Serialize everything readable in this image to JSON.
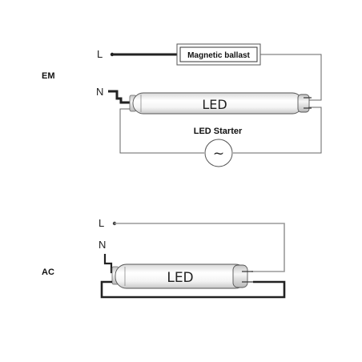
{
  "em": {
    "section_label": "EM",
    "live_label": "L",
    "neutral_label": "N",
    "ballast_label": "Magnetic ballast",
    "tube_label": "LED",
    "starter_label": "LED Starter",
    "starter_symbol": "~"
  },
  "ac": {
    "section_label": "AC",
    "live_label": "L",
    "neutral_label": "N",
    "tube_label": "LED"
  },
  "colors": {
    "wire": "#555555",
    "wire_light": "#9a9a9a",
    "wire_heavy": "#222222",
    "tube_fill": "#f2f2f2"
  }
}
